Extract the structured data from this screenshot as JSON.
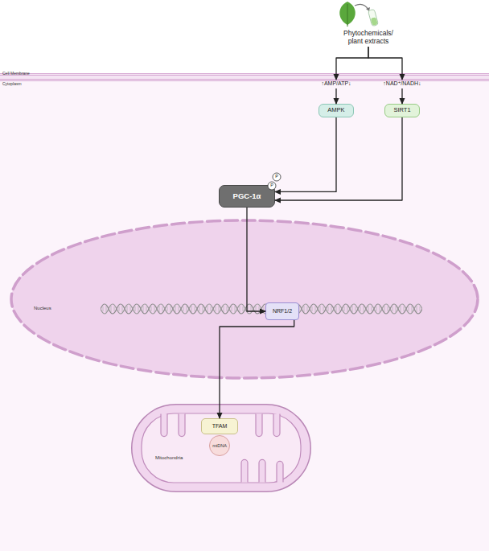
{
  "diagram": {
    "nodes": [
      {
        "text": [
          "Phytochemicals/ plant extracts"
        ]
      },
      {
        "text": [
          "↑AMP/ATP↓"
        ]
      },
      {
        "text": [
          "↑NAD⁺/NADH↓"
        ]
      },
      {
        "text": [
          "AMPK"
        ]
      },
      {
        "text": [
          "SIRT1"
        ]
      },
      {
        "text": [
          "PGC-1α"
        ]
      },
      {
        "text": [
          "Nucleus"
        ]
      },
      {
        "text": [
          "NRF1/2"
        ],
        "in": 6
      },
      {
        "text": [
          "Mitochondria"
        ]
      },
      {
        "text": [
          "TFAM"
        ],
        "in": 8
      },
      {
        "text": [
          "mtDNA"
        ],
        "in": 8
      }
    ],
    "edges": [
      {
        "from": 0,
        "to": 1,
        "arrow": "to"
      },
      {
        "from": 0,
        "to": 2,
        "arrow": "to"
      },
      {
        "from": 1,
        "to": 3,
        "arrow": "to"
      },
      {
        "from": 2,
        "to": 4,
        "arrow": "to"
      },
      {
        "from": 3,
        "to": 5,
        "arrow": "to"
      },
      {
        "from": 4,
        "to": 5,
        "arrow": "to"
      },
      {
        "from": 5,
        "to": 7,
        "arrow": "to"
      },
      {
        "from": 7,
        "to": 9,
        "arrow": "to"
      }
    ],
    "labels": [
      "Cell Membrane",
      "Cytoplasm",
      "P",
      "P"
    ]
  }
}
